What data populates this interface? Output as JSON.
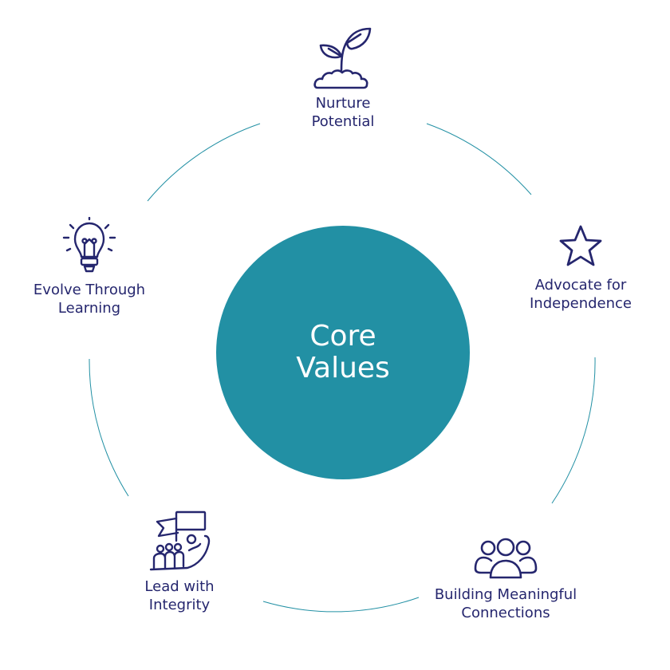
{
  "center": {
    "line1": "Core",
    "line2": "Values"
  },
  "colors": {
    "ring": "#2290a4",
    "icon": "#25266e",
    "label": "#25266e"
  },
  "values": [
    {
      "line1": "Nurture",
      "line2": "Potential",
      "icon": "seedling-icon"
    },
    {
      "line1": "Advocate for",
      "line2": "Independence",
      "icon": "star-icon"
    },
    {
      "line1": "Building Meaningful",
      "line2": "Connections",
      "icon": "group-icon"
    },
    {
      "line1": "Lead with",
      "line2": "Integrity",
      "icon": "flag-hand-icon"
    },
    {
      "line1": "Evolve Through",
      "line2": "Learning",
      "icon": "lightbulb-icon"
    }
  ]
}
